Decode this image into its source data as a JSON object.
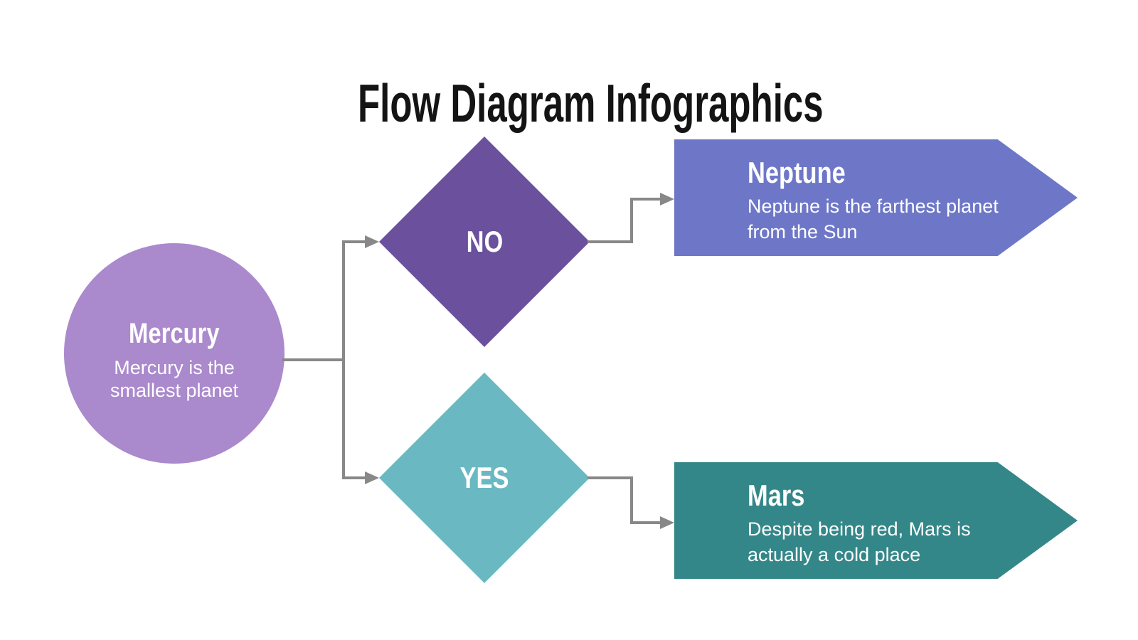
{
  "title": "Flow Diagram Infographics",
  "diagram": {
    "start": {
      "title": "Mercury",
      "description": "Mercury is the smallest planet",
      "color": "#aa89cc"
    },
    "decisions": {
      "no": {
        "label": "NO",
        "color": "#6a509d"
      },
      "yes": {
        "label": "YES",
        "color": "#6ab9c2"
      }
    },
    "outcomes": {
      "neptune": {
        "title": "Neptune",
        "description": "Neptune is the farthest planet from the Sun",
        "color": "#6e77c7"
      },
      "mars": {
        "title": "Mars",
        "description": "Despite being red, Mars is actually a cold place",
        "color": "#348789"
      }
    },
    "connector_color": "#888888"
  }
}
